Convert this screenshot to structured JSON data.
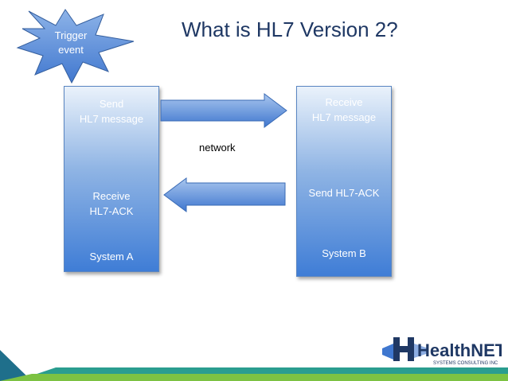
{
  "title": "What is HL7 Version 2?",
  "trigger": {
    "line1": "Trigger",
    "line2": "event"
  },
  "system_a": {
    "send_line1": "Send",
    "send_line2": "HL7 message",
    "receive_line1": "Receive",
    "receive_line2": "HL7-ACK",
    "name": "System A"
  },
  "system_b": {
    "receive_line1": "Receive",
    "receive_line2": "HL7 message",
    "send_ack": "Send HL7-ACK",
    "name": "System B"
  },
  "network_label": "network",
  "logo": {
    "main_text_prefix": "Health",
    "main_text_suffix": "NET",
    "sub_text": "SYSTEMS CONSULTING INC"
  },
  "colors": {
    "title": "#1f3864",
    "box_top": "#eaf2fb",
    "box_bottom": "#3f7dd6",
    "arrow": "#4a7fd0",
    "starburst": "#5b8fd6",
    "footer_teal": "#2a9d8f",
    "footer_green": "#7cc242"
  }
}
